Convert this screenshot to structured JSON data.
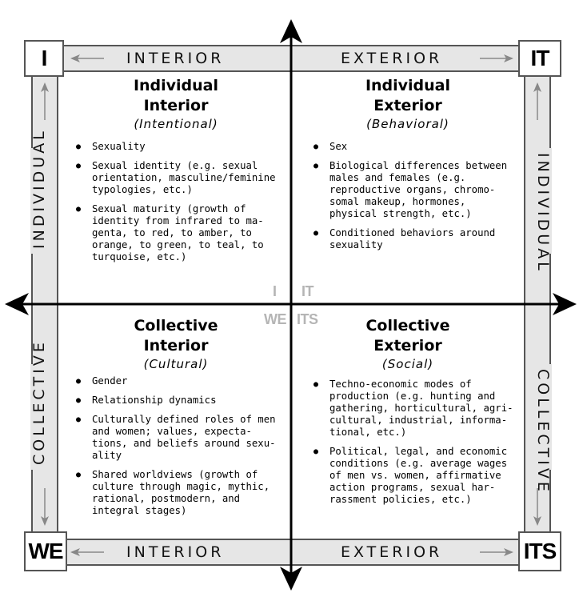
{
  "corners": {
    "top_left": "I",
    "top_right": "IT",
    "bottom_left": "WE",
    "bottom_right": "ITS"
  },
  "bars": {
    "top_left": "INTERIOR",
    "top_right": "EXTERIOR",
    "bottom_left": "INTERIOR",
    "bottom_right": "EXTERIOR",
    "left_upper": "INDIVIDUAL",
    "left_lower": "COLLECTIVE",
    "right_upper": "INDIVIDUAL",
    "right_lower": "COLLECTIVE"
  },
  "center_labels": {
    "i": "I",
    "it": "IT",
    "we": "WE",
    "its": "ITS"
  },
  "quadrants": {
    "ul": {
      "title_1": "Individual",
      "title_2": "Interior",
      "subtitle": "(Intentional)",
      "items": [
        [
          "Sexuality"
        ],
        [
          "Sexual identity (e.g. sexual",
          "orientation, masculine/feminine",
          "typologies, etc.)"
        ],
        [
          "Sexual maturity (growth of",
          "identity from infrared to ma-",
          "genta, to red, to amber, to",
          "orange, to green, to teal, to",
          "turquoise, etc.)"
        ]
      ]
    },
    "ur": {
      "title_1": "Individual",
      "title_2": "Exterior",
      "subtitle": "(Behavioral)",
      "items": [
        [
          "Sex"
        ],
        [
          "Biological differences between",
          "males and females (e.g.",
          "reproductive organs, chromo-",
          "somal makeup, hormones,",
          "physical strength, etc.)"
        ],
        [
          "Conditioned behaviors around",
          "sexuality"
        ]
      ]
    },
    "ll": {
      "title_1": "Collective",
      "title_2": "Interior",
      "subtitle": "(Cultural)",
      "items": [
        [
          "Gender"
        ],
        [
          "Relationship dynamics"
        ],
        [
          "Culturally defined roles of men",
          "and women; values, expecta-",
          "tions, and beliefs around sexu-",
          "ality"
        ],
        [
          "Shared worldviews (growth of",
          "culture through magic, mythic,",
          "rational, postmodern, and",
          "integral stages)"
        ]
      ]
    },
    "lr": {
      "title_1": "Collective",
      "title_2": "Exterior",
      "subtitle": "(Social)",
      "items": [
        [
          "Techno-economic modes of",
          "production (e.g. hunting and",
          "gathering, horticultural, agri-",
          "cultural, industrial, informa-",
          "tional, etc.)"
        ],
        [
          "Political, legal, and economic",
          "conditions (e.g. average wages",
          "of men vs. women, affirmative",
          "action programs, sexual har-",
          "rassment policies, etc.)"
        ]
      ]
    }
  }
}
